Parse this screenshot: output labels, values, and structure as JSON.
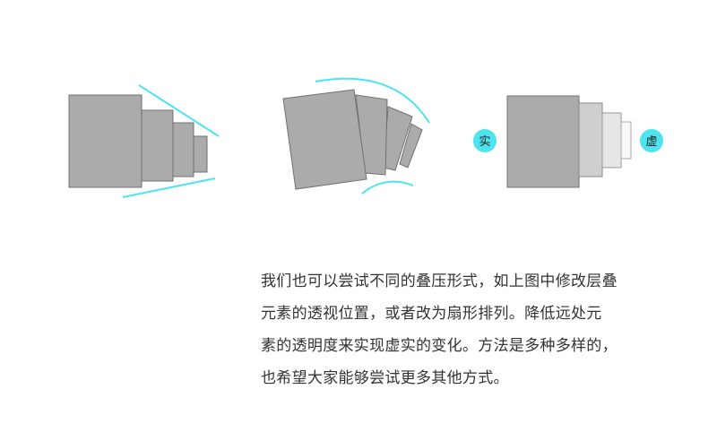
{
  "diagram": {
    "accent_color": "#4de3ef",
    "box_color": "#ababab",
    "labels": {
      "solid": "实",
      "faded": "虚"
    }
  },
  "paragraph": {
    "lines": [
      "我们也可以尝试不同的叠压形式，如上图中修改层叠",
      "元素的透视位置，或者改为扇形排列。降低远处元",
      "素的透明度来实现虚实的变化。方法是多种多样的，",
      "也希望大家能够尝试更多其他方式。"
    ]
  }
}
